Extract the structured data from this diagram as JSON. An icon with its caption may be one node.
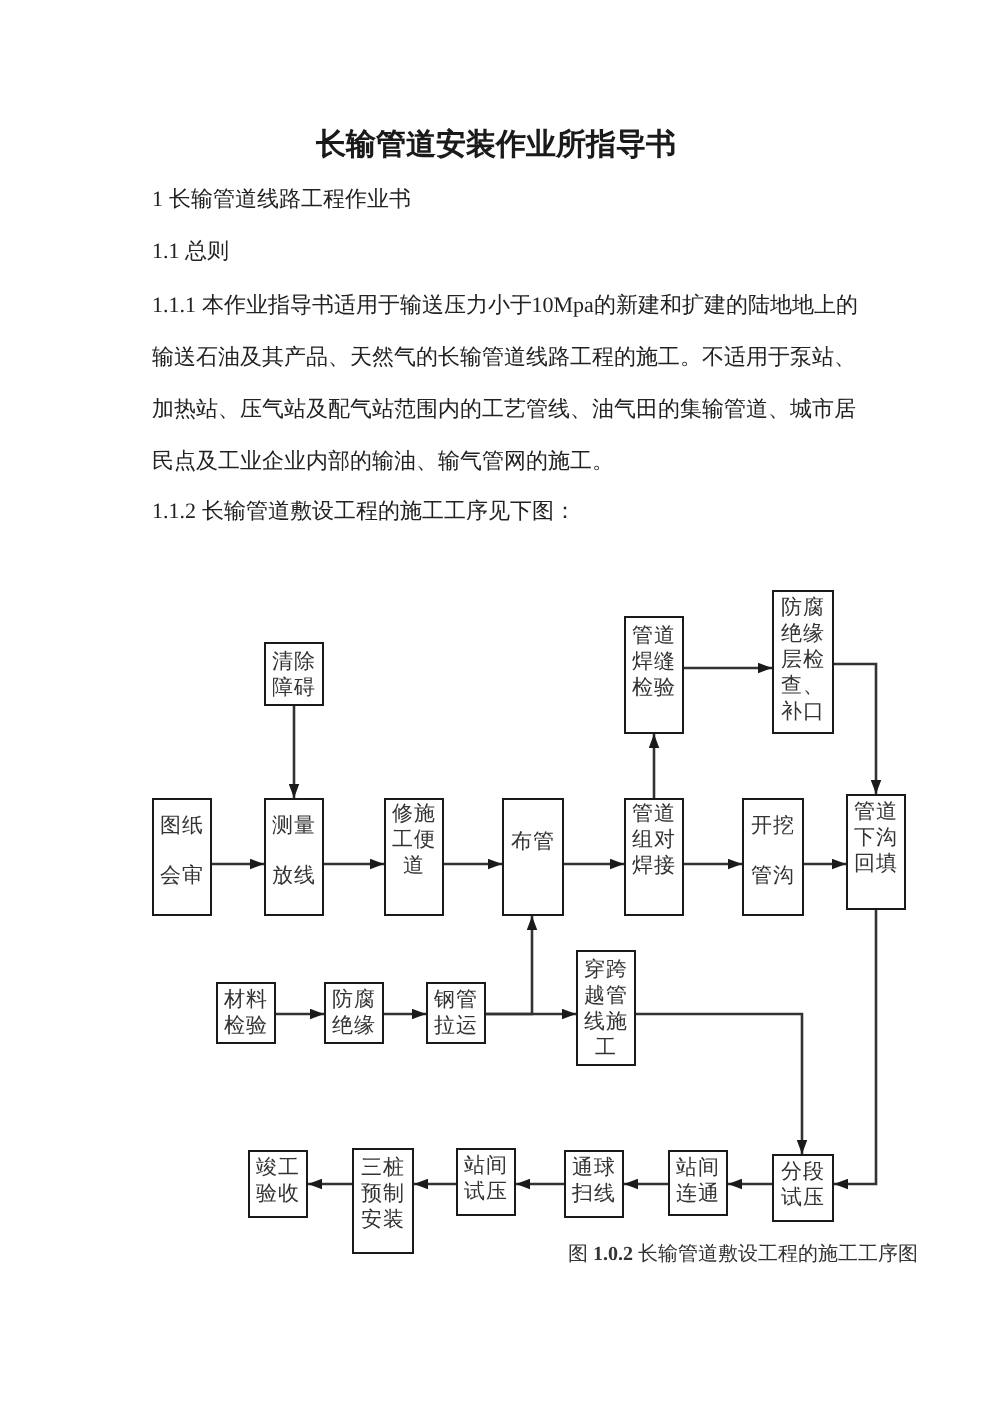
{
  "diagram": {
    "title": "长输管道安装作业所指导书",
    "caption": "图 **1.0.2** 长输管道敷设工程的施工工序图",
    "nodes": [
      {
        "text": [
          "清除障碍"
        ]
      },
      {
        "text": [
          "管道焊缝检验"
        ]
      },
      {
        "text": [
          "防腐绝缘层检查、补口"
        ]
      },
      {
        "text": [
          "图纸会审"
        ]
      },
      {
        "text": [
          "测量放线"
        ]
      },
      {
        "text": [
          "修施工便道"
        ]
      },
      {
        "text": [
          "布管"
        ]
      },
      {
        "text": [
          "管道组对焊接"
        ]
      },
      {
        "text": [
          "开挖管沟"
        ]
      },
      {
        "text": [
          "管道下沟回填"
        ]
      },
      {
        "text": [
          "材料检验"
        ]
      },
      {
        "text": [
          "防腐绝缘"
        ]
      },
      {
        "text": [
          "钢管拉运"
        ]
      },
      {
        "text": [
          "穿跨越管线施工"
        ]
      },
      {
        "text": [
          "竣工验收"
        ]
      },
      {
        "text": [
          "三桩预制安装"
        ]
      },
      {
        "text": [
          "站间试压"
        ]
      },
      {
        "text": [
          "通球扫线"
        ]
      },
      {
        "text": [
          "站间连通"
        ]
      },
      {
        "text": [
          "分段试压"
        ]
      }
    ],
    "edges": [
      {
        "from": 3,
        "to": 4,
        "arrow": "to"
      },
      {
        "from": 0,
        "to": 4,
        "arrow": "to"
      },
      {
        "from": 4,
        "to": 5,
        "arrow": "to"
      },
      {
        "from": 5,
        "to": 6,
        "arrow": "to"
      },
      {
        "from": 6,
        "to": 7,
        "arrow": "to"
      },
      {
        "from": 7,
        "to": 1,
        "arrow": "to"
      },
      {
        "from": 1,
        "to": 2,
        "arrow": "to"
      },
      {
        "from": 7,
        "to": 8,
        "arrow": "to"
      },
      {
        "from": 8,
        "to": 9,
        "arrow": "to"
      },
      {
        "from": 2,
        "to": 9,
        "arrow": "to"
      },
      {
        "from": 10,
        "to": 11,
        "arrow": "to"
      },
      {
        "from": 11,
        "to": 12,
        "arrow": "to"
      },
      {
        "from": 12,
        "to": 6,
        "arrow": "to"
      },
      {
        "from": 12,
        "to": 13,
        "arrow": "to"
      },
      {
        "from": 13,
        "to": 19,
        "arrow": "to"
      },
      {
        "from": 9,
        "to": 19,
        "arrow": "to"
      },
      {
        "from": 19,
        "to": 18,
        "arrow": "to"
      },
      {
        "from": 18,
        "to": 17,
        "arrow": "to"
      },
      {
        "from": 17,
        "to": 16,
        "arrow": "to"
      },
      {
        "from": 16,
        "to": 15,
        "arrow": "to"
      },
      {
        "from": 15,
        "to": 14,
        "arrow": "to"
      }
    ],
    "labels": [
      "1 长输管道线路工程作业书",
      "1.1 总则",
      "1.1.1 本作业指导书适用于输送压力小于10Mpa的新建和扩建的陆地地上的输送石油及其产品、天然气的长输管道线路工程的施工。不适用于泵站、加热站、压气站及配气站范围内的工艺管线、油气田的集输管道、城市居民点及工业企业内部的输油、输气管网的施工。",
      "1.1.2 长输管道敷设工程的施工工序见下图："
    ]
  }
}
